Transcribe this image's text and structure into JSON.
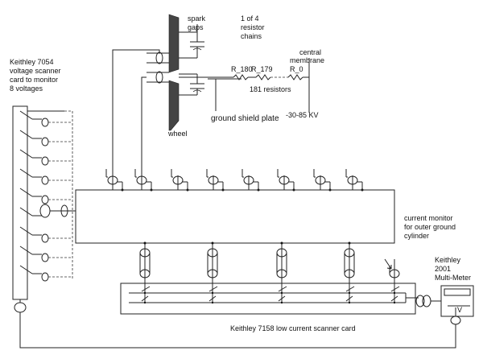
{
  "labels": {
    "spark_gaps_1": "spark",
    "spark_gaps_2": "gaps",
    "chain_1": "1 of 4",
    "chain_2": "resistor",
    "chain_3": "chains",
    "central_1": "central",
    "central_2": "membrane",
    "r180": "R_180",
    "r179": "R_179",
    "r0": "R_0",
    "resistors_count": "181 resistors",
    "ground_shield": "ground shield plate",
    "wheel": "wheel",
    "voltage": "-30-85 KV",
    "k7054_1": "Keithley 7054",
    "k7054_2": "voltage scanner",
    "k7054_3": "card to monitor",
    "k7054_4": "8  voltages",
    "current_1": "current monitor",
    "current_2": "for outer ground",
    "current_3": "cylinder",
    "k2001_1": "Keithley",
    "k2001_2": "2001",
    "k2001_3": "Multi-Meter",
    "meter_v": "V",
    "k7158": "Keithley 7158 low current scanner card"
  }
}
